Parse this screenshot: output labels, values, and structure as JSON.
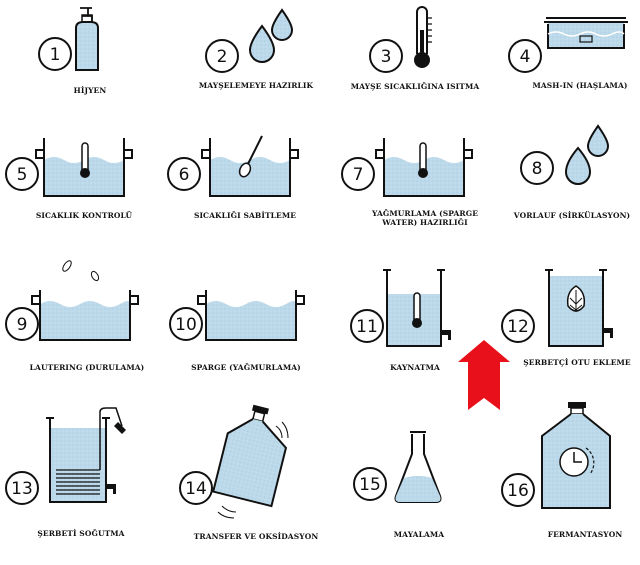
{
  "colors": {
    "water": "#bcd9ea",
    "water_dark": "#9cc6dd",
    "ink": "#111111",
    "arrow": "#e8101a"
  },
  "steps": [
    {
      "number": "1",
      "label": "HİJYEN",
      "icon": "spray-bottle-icon"
    },
    {
      "number": "2",
      "label": "MAYŞELEMEYE HAZIRLIK",
      "icon": "water-drops-icon"
    },
    {
      "number": "3",
      "label": "MAYŞE SICAKLIĞINA ISITMA",
      "icon": "thermometer-icon"
    },
    {
      "number": "4",
      "label": "MASH-IN (HAŞLAMA)",
      "icon": "mash-tun-icon"
    },
    {
      "number": "5",
      "label": "SICAKLIK KONTROLÜ",
      "icon": "pot-thermometer-icon"
    },
    {
      "number": "6",
      "label": "SICAKLIĞI SABİTLEME",
      "icon": "pot-spoon-icon"
    },
    {
      "number": "7",
      "label": "YAĞMURLAMA (SPARGE WATER) HAZIRLIĞI",
      "icon": "pot-thermometer-icon"
    },
    {
      "number": "8",
      "label": "VORLAUF (SİRKÜLASYON)",
      "icon": "water-drops-icon"
    },
    {
      "number": "9",
      "label": "LAUTERING  (DURULAMA)",
      "icon": "pot-splash-icon"
    },
    {
      "number": "10",
      "label": "SPARGE (YAĞMURLAMA)",
      "icon": "pot-water-icon"
    },
    {
      "number": "11",
      "label": "KAYNATMA",
      "icon": "kettle-thermometer-icon"
    },
    {
      "number": "12",
      "label": "ŞERBETÇİ OTU EKLEME",
      "icon": "kettle-hop-icon"
    },
    {
      "number": "13",
      "label": "ŞERBETİ SOĞUTMA",
      "icon": "wort-chiller-icon"
    },
    {
      "number": "14",
      "label": "TRANSFER VE OKSİDASYON",
      "icon": "carboy-shake-icon"
    },
    {
      "number": "15",
      "label": "MAYALAMA",
      "icon": "erlenmeyer-flask-icon"
    },
    {
      "number": "16",
      "label": "FERMANTASYON",
      "icon": "carboy-timer-icon"
    }
  ]
}
